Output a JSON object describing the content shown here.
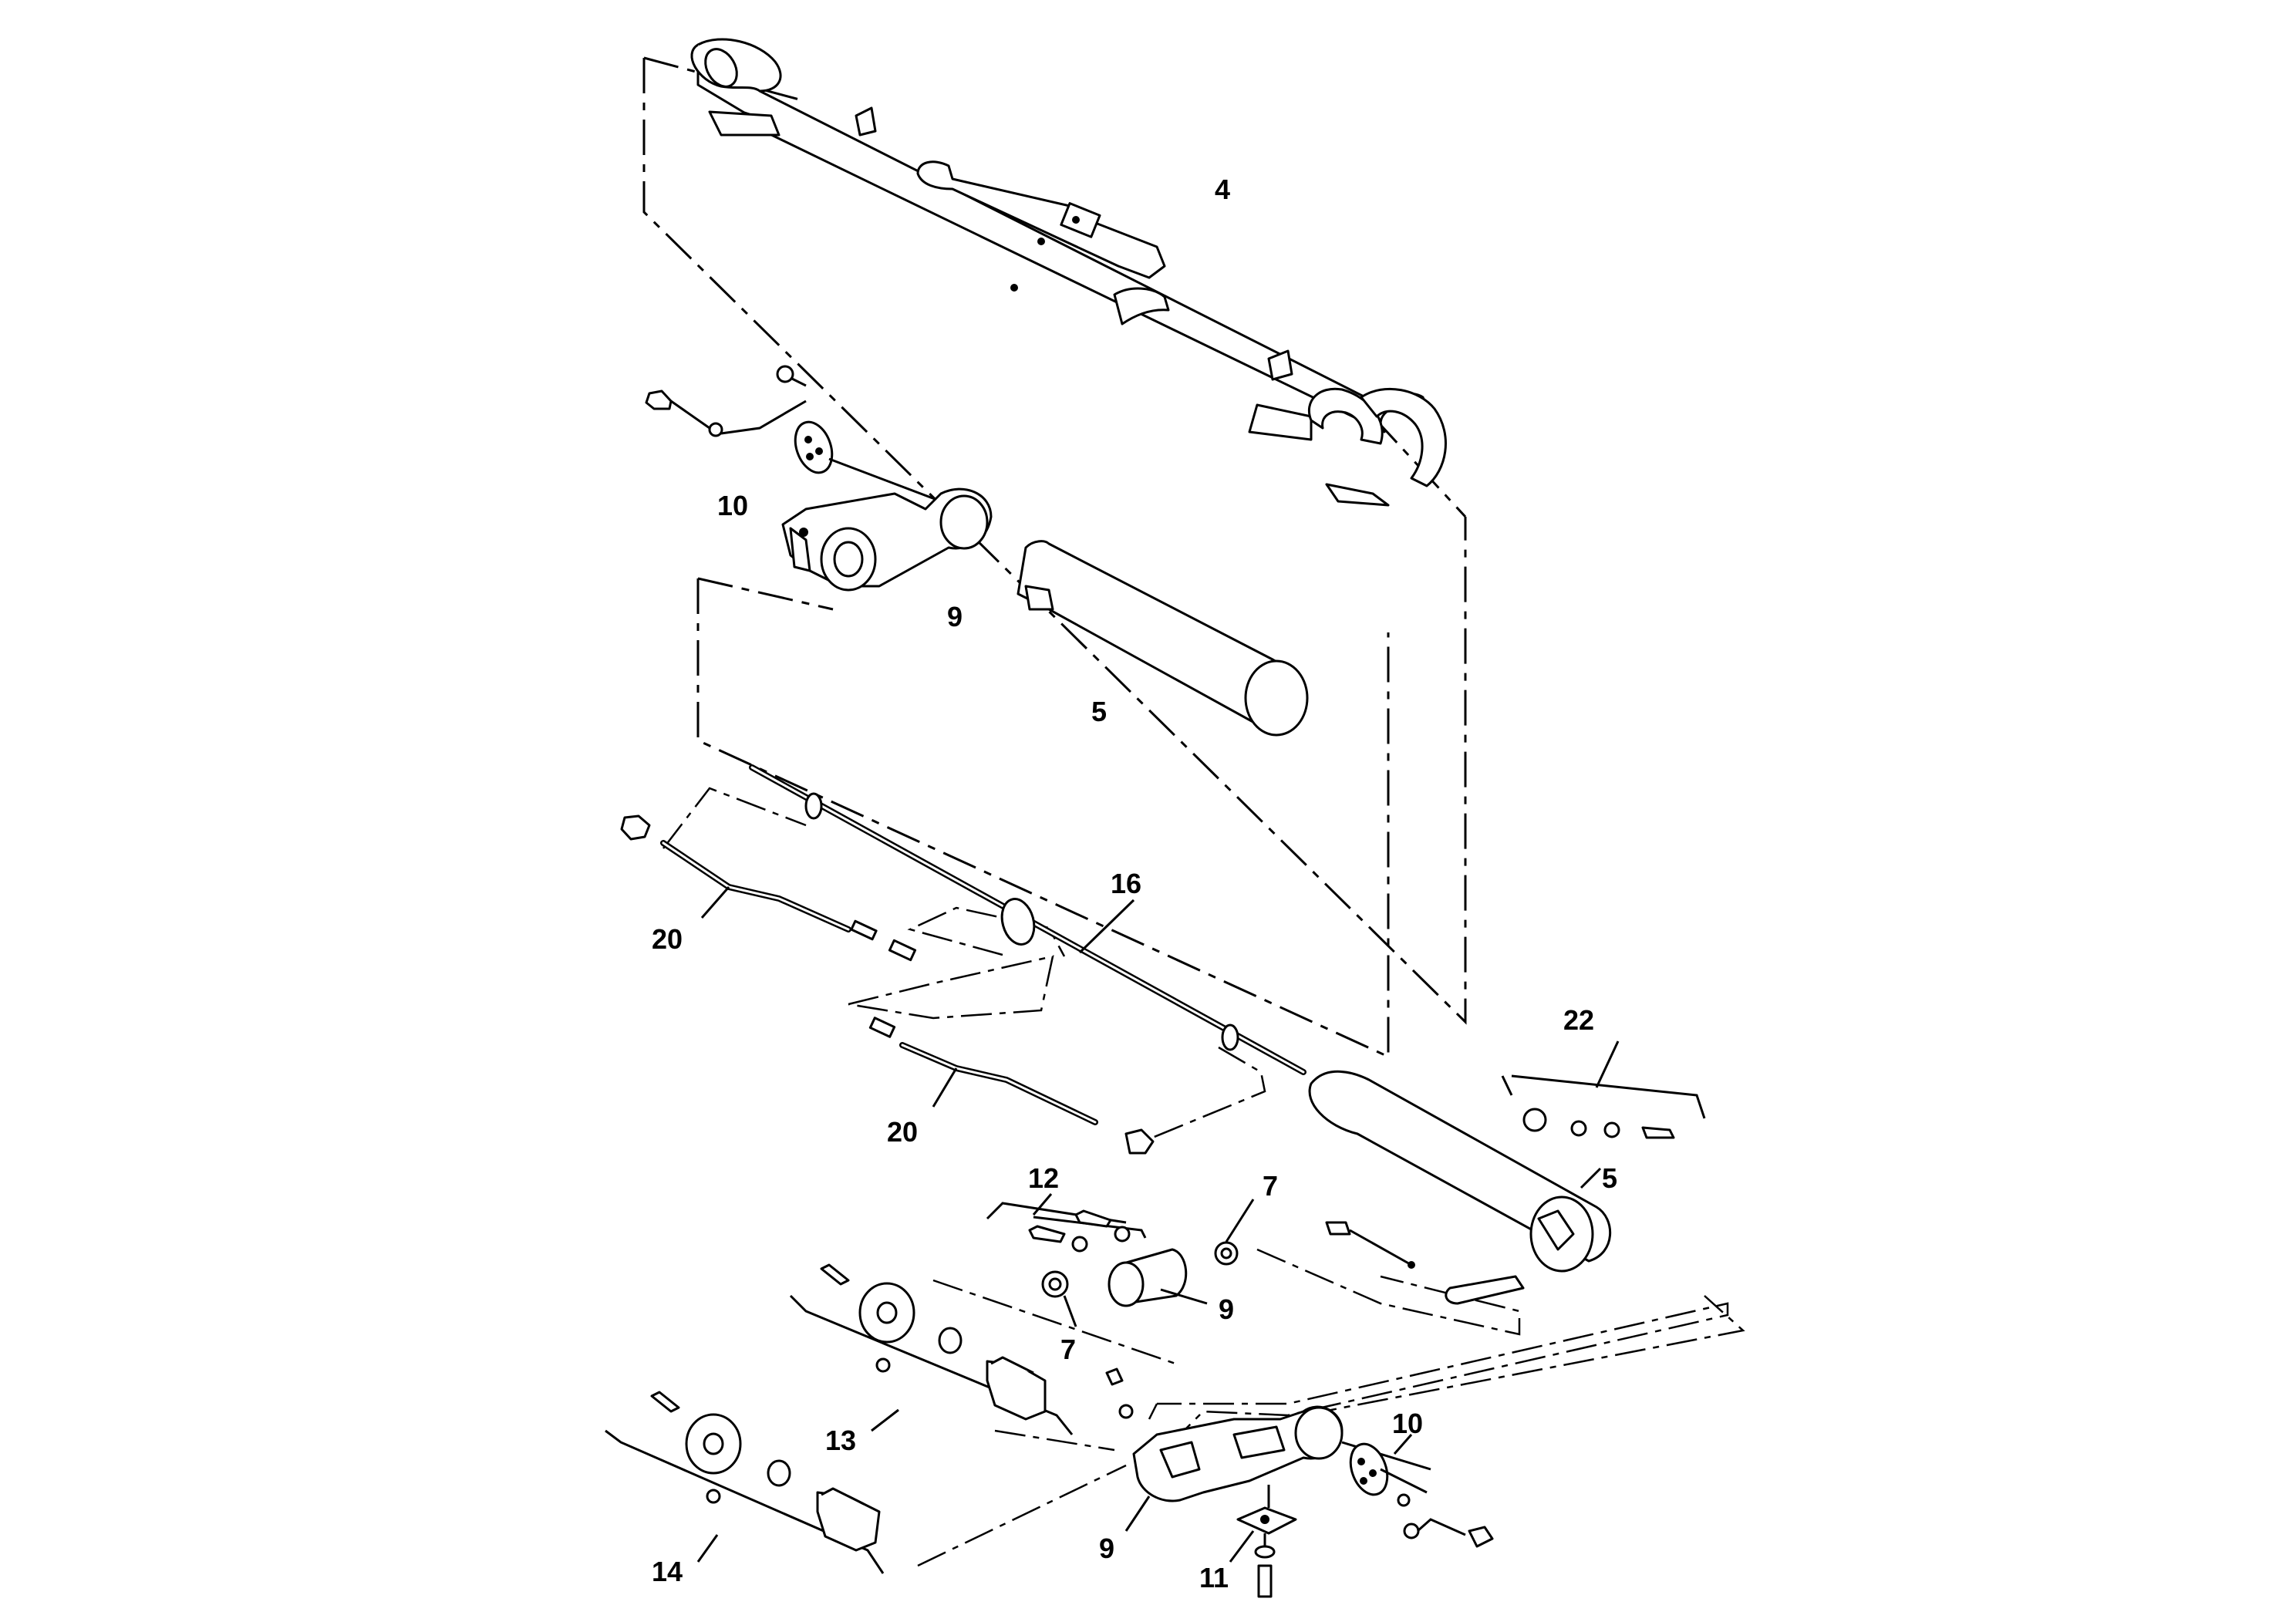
{
  "callouts": {
    "c4": "4",
    "c10_top": "10",
    "c9_top": "9",
    "c5_top": "5",
    "c16": "16",
    "c20_upper": "20",
    "c20_lower": "20",
    "c22": "22",
    "c5_lower": "5",
    "c12": "12",
    "c7_right": "7",
    "c7_left": "7",
    "c9_mid": "9",
    "c13": "13",
    "c14": "14",
    "c9_bottom": "9",
    "c10_bottom": "10",
    "c11": "11"
  },
  "colors": {
    "line": "#000000",
    "background": "#ffffff"
  }
}
